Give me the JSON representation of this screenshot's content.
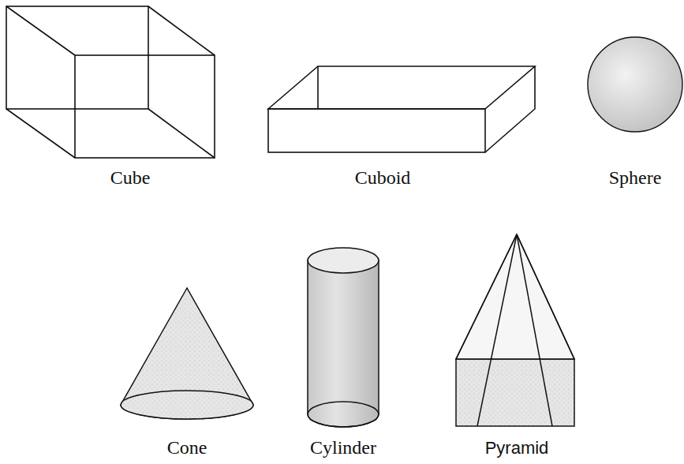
{
  "diagram": {
    "labels": [
      "Cube",
      "Cuboid",
      "Sphere",
      "Cone",
      "Cylinder",
      "Pyramid"
    ]
  }
}
